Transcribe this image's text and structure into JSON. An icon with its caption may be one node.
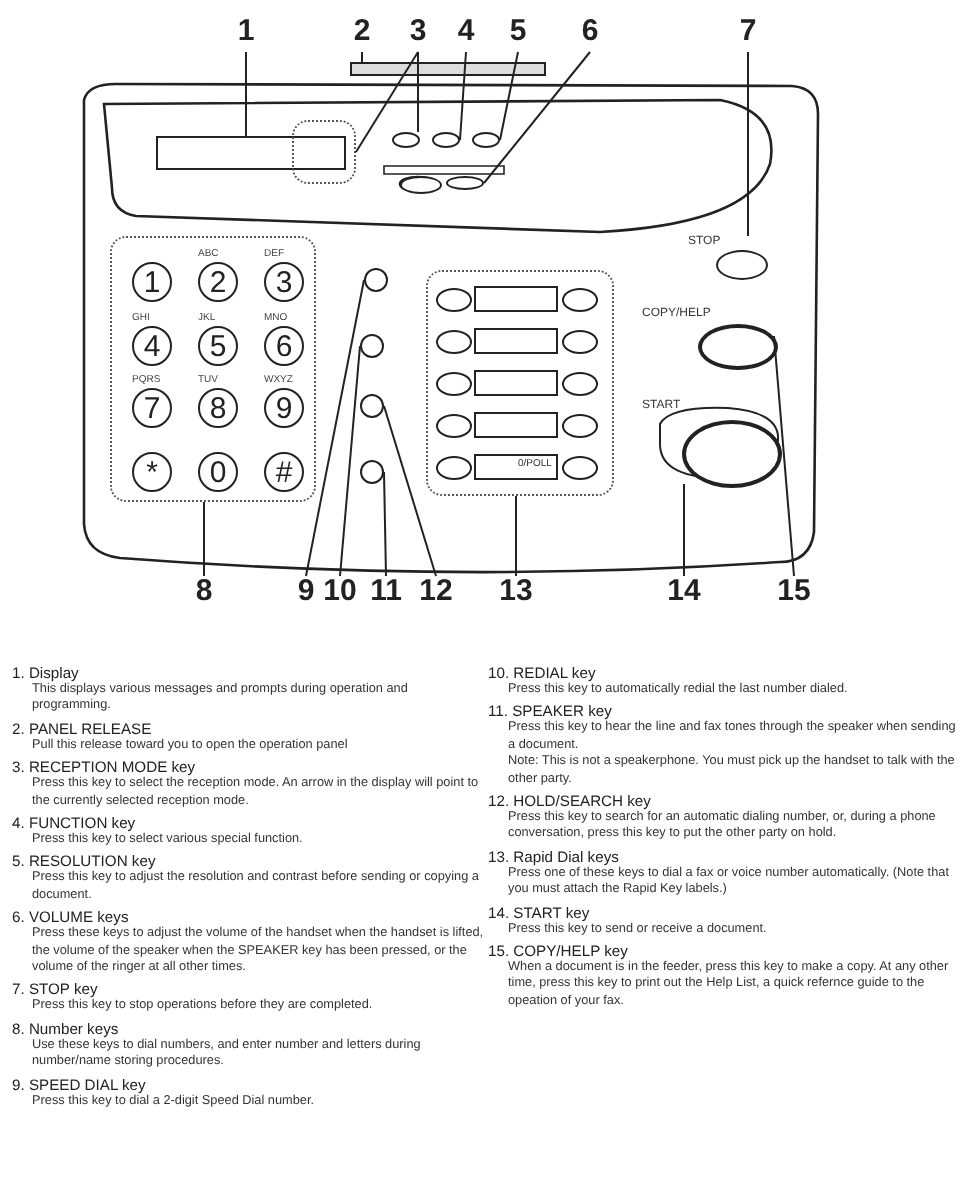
{
  "diagram": {
    "nodes": [
      {
        "text": [
          "1"
        ]
      },
      {
        "text": [
          "2"
        ]
      },
      {
        "text": [
          "3"
        ]
      },
      {
        "text": [
          "4"
        ]
      },
      {
        "text": [
          "5"
        ]
      },
      {
        "text": [
          "6"
        ]
      },
      {
        "text": [
          "7"
        ]
      },
      {
        "text": [
          "8"
        ]
      },
      {
        "text": [
          "9"
        ]
      },
      {
        "text": [
          "10"
        ]
      },
      {
        "text": [
          "11"
        ]
      },
      {
        "text": [
          "12"
        ]
      },
      {
        "text": [
          "13"
        ]
      },
      {
        "text": [
          "14"
        ]
      },
      {
        "text": [
          "15"
        ]
      },
      {
        "text": [],
        "shape": "box"
      },
      {
        "text": [],
        "shape": "bar"
      },
      {
        "text": [],
        "shape": "box"
      },
      {
        "text": [],
        "shape": "circle"
      },
      {
        "text": [],
        "shape": "circle"
      },
      {
        "text": [],
        "shape": "circle"
      },
      {
        "text": [],
        "shape": "circle"
      },
      {
        "text": [
          "STOP"
        ]
      },
      {
        "text": [],
        "shape": "box"
      },
      {
        "text": [
          "1"
        ],
        "in": 23
      },
      {
        "text": [
          "2"
        ],
        "in": 23,
        "beside": [
          "ABC"
        ]
      },
      {
        "text": [
          "3"
        ],
        "in": 23,
        "beside": [
          "DEF"
        ]
      },
      {
        "text": [
          "4"
        ],
        "in": 23,
        "beside": [
          "GHI"
        ]
      },
      {
        "text": [
          "5"
        ],
        "in": 23,
        "beside": [
          "JKL"
        ]
      },
      {
        "text": [
          "6"
        ],
        "in": 23,
        "beside": [
          "MNO"
        ]
      },
      {
        "text": [
          "7"
        ],
        "in": 23,
        "beside": [
          "PQRS"
        ]
      },
      {
        "text": [
          "8"
        ],
        "in": 23,
        "beside": [
          "TUV"
        ]
      },
      {
        "text": [
          "9"
        ],
        "in": 23,
        "beside": [
          "WXYZ"
        ]
      },
      {
        "text": [
          "*"
        ],
        "in": 23
      },
      {
        "text": [
          "0"
        ],
        "in": 23
      },
      {
        "text": [
          "#"
        ],
        "in": 23
      },
      {
        "text": [],
        "shape": "circle"
      },
      {
        "text": [],
        "shape": "circle"
      },
      {
        "text": [],
        "shape": "circle"
      },
      {
        "text": [],
        "shape": "circle"
      },
      {
        "text": [],
        "shape": "box"
      },
      {
        "text": [
          "START"
        ]
      },
      {
        "text": [
          "COPY/HELP"
        ]
      }
    ],
    "edges": [
      {
        "from": 0,
        "to": 15,
        "arrow": "none"
      },
      {
        "from": 1,
        "to": 16,
        "arrow": "none"
      },
      {
        "from": 2,
        "to": 17,
        "arrow": "none"
      },
      {
        "from": 2,
        "to": 18,
        "arrow": "none"
      },
      {
        "from": 3,
        "to": 19,
        "arrow": "none"
      },
      {
        "from": 4,
        "to": 20,
        "arrow": "none"
      },
      {
        "from": 5,
        "to": 21,
        "arrow": "none"
      },
      {
        "from": 6,
        "to": 22,
        "arrow": "none"
      },
      {
        "from": 7,
        "to": 23,
        "arrow": "none"
      },
      {
        "from": 8,
        "to": 36,
        "arrow": "none"
      },
      {
        "from": 9,
        "to": 37,
        "arrow": "none"
      },
      {
        "from": 10,
        "to": 39,
        "arrow": "none"
      },
      {
        "from": 11,
        "to": 38,
        "arrow": "none"
      },
      {
        "from": 12,
        "to": 40,
        "arrow": "none"
      },
      {
        "from": 13,
        "to": 41,
        "arrow": "none"
      },
      {
        "from": 14,
        "to": 42,
        "arrow": "none"
      }
    ],
    "labels": [
      "0/POLL",
      "1. Display",
      "This displays various messages and prompts during operation and programming.",
      "2. PANEL RELEASE",
      "Pull this release toward you to open the operation panel",
      "3. RECEPTION MODE key",
      "Press this key to select the reception mode. An arrow in the display will point to the currently selected reception mode.",
      "4. FUNCTION key",
      "Press this key to select various special function.",
      "5. RESOLUTION key",
      "Press this key to adjust the resolution and contrast before sending or copying a document.",
      "6. VOLUME keys",
      "Press these keys to adjust the volume of the handset when the handset is lifted, the volume of the speaker when the SPEAKER key has been pressed, or the volume of the ringer at all other times.",
      "7. STOP key",
      "Press this key to stop operations before they are completed.",
      "8. Number keys",
      "Use these keys to dial numbers, and enter number and letters during number/name storing procedures.",
      "9. SPEED DIAL key",
      "Press this key to dial a 2-digit Speed Dial number.",
      "10. REDIAL key",
      "Press this key to automatically redial the last number dialed.",
      "11. SPEAKER key",
      "Press this key to hear the line and fax tones through the speaker when sending a document.",
      "Note: This is not a speakerphone. You must pick up the handset to talk with the other party.",
      "12. HOLD/SEARCH key",
      "Press this key to search for an automatic dialing number, or, during a phone conversation, press this key to put the other party on hold.",
      "13. Rapid Dial keys",
      "Press one of these keys to dial a fax or voice number automatically. (Note that you must attach the Rapid Key labels.)",
      "14. START key",
      "Press this key to send or receive a document.",
      "15. COPY/HELP key",
      "When a document is in the feeder, press this key to make a copy. At any other time, press this key to print out the Help List, a quick refernce guide to the opeation of your fax."
    ]
  }
}
